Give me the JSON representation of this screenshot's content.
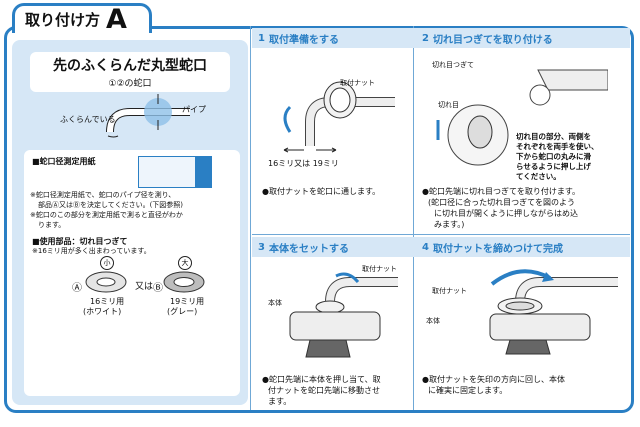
{
  "header": {
    "title": "取り付け方",
    "letter": "A"
  },
  "left": {
    "title_main": "先のふくらんだ丸型蛇口",
    "title_sub": "①②の蛇口",
    "label_bulge": "ふくらんでいる",
    "label_pipe": "パイプ",
    "gauge_head": "■蛇口径測定用紙",
    "gauge_note1": "※蛇口径測定用紙で、蛇口のパイプ径を測り、",
    "gauge_note2": "部品Ⓐ又はⒷを決定してください。(下図参照)",
    "gauge_note3": "※蛇口のこの部分を測定用紙で測ると直径がわか",
    "gauge_note4": "ります。",
    "parts_head": "■使用部品：切れ目つぎて",
    "parts_note": "※16ミリ用が多く出まわっています。",
    "part_a_letter": "Ⓐ",
    "part_a_mark": "小",
    "part_a_size": "16ミリ用",
    "part_a_color": "(ホワイト)",
    "part_or": "又は",
    "part_b_letter": "Ⓑ",
    "part_b_mark": "大",
    "part_b_size": "19ミリ用",
    "part_b_color": "(グレー)"
  },
  "steps": [
    {
      "num": "1",
      "title": "取付準備をする",
      "label1": "取付ナット",
      "label2": "16ミリ又は 19ミリ",
      "cap1": "●取付ナットを蛇口に通します。"
    },
    {
      "num": "2",
      "title": "切れ目つぎてを取り付ける",
      "label1": "切れ目つぎて",
      "label2": "切れ目",
      "side1": "切れ目の部分、両側を",
      "side2": "それぞれを両手を使い、",
      "side3": "下から蛇口の丸みに滑",
      "side4": "らせるように押し上げ",
      "side5": "てください。",
      "cap1": "●蛇口先端に切れ目つぎてを取り付けます。",
      "cap2": "(蛇口径に合った切れ目つぎてを図のよう",
      "cap3": "に切れ目が開くように押しながらはめ込",
      "cap4": "みます。)"
    },
    {
      "num": "3",
      "title": "本体をセットする",
      "label1": "取付ナット",
      "label2": "本体",
      "cap1": "●蛇口先端に本体を押し当て、取",
      "cap2": "付ナットを蛇口先端に移動させ",
      "cap3": "ます。"
    },
    {
      "num": "4",
      "title": "取付ナットを締めつけて完成",
      "label1": "取付ナット",
      "label2": "本体",
      "cap1": "●取付ナットを矢印の方向に回し、本体",
      "cap2": "に確実に固定します。"
    }
  ],
  "colors": {
    "accent": "#2a7fc4",
    "panel": "#d6e7f6"
  }
}
